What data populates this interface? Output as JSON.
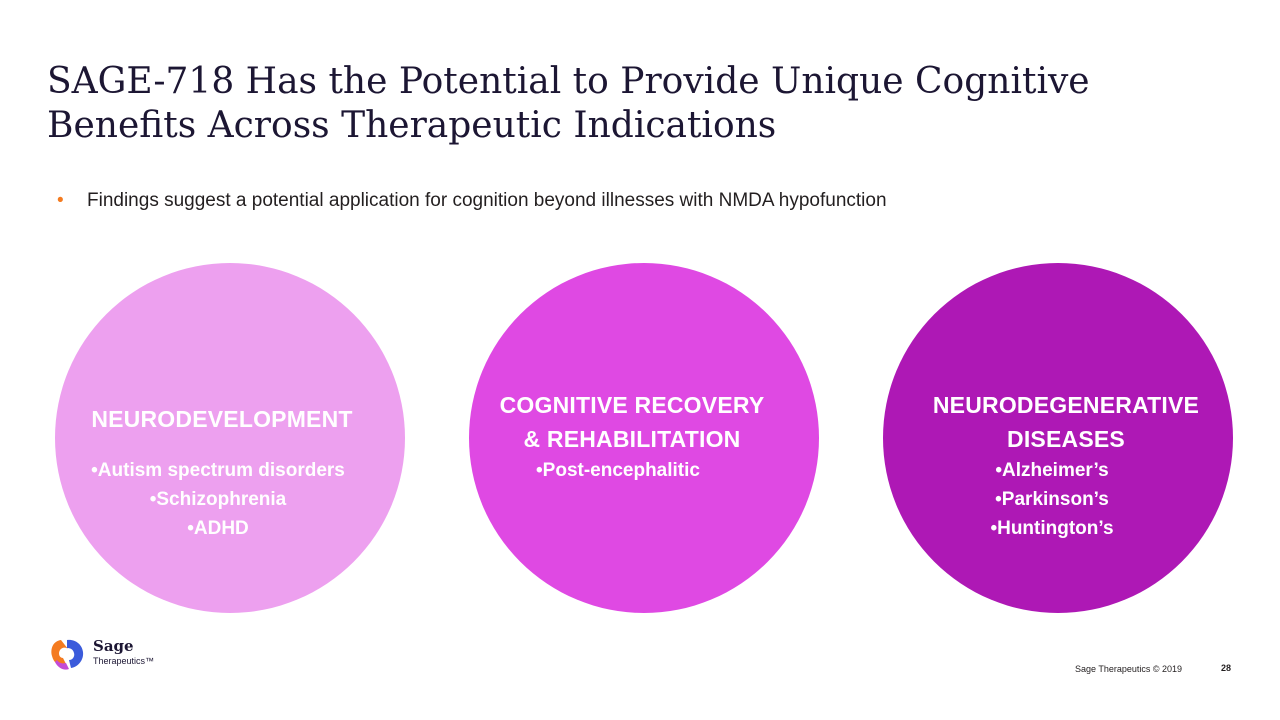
{
  "title": {
    "line1": "SAGE-718 Has the Potential to Provide Unique Cognitive",
    "line2": "Benefits Across Therapeutic Indications"
  },
  "bullet": {
    "marker": "•",
    "text": "Findings suggest a potential application for cognition beyond illnesses with NMDA hypofunction"
  },
  "circles": [
    {
      "color": "#eda0ef",
      "heading": [
        "NEURODEVELOPMENT"
      ],
      "items": [
        "•Autism spectrum disorders",
        "•Schizophrenia",
        "•ADHD"
      ]
    },
    {
      "color": "#df49e3",
      "heading": [
        "COGNITIVE RECOVERY",
        "& REHABILITATION"
      ],
      "items": [
        "•Post-encephalitic"
      ]
    },
    {
      "color": "#ae18b5",
      "heading": [
        "NEURODEGENERATIVE",
        "DISEASES"
      ],
      "items": [
        "•Alzheimer’s",
        "•Parkinson’s",
        "•Huntington’s"
      ]
    }
  ],
  "logo": {
    "name": "Sage",
    "sub": "Therapeutics™",
    "icon": "sage-logo-icon"
  },
  "footer": {
    "copyright": "Sage Therapeutics © 2019",
    "page": "28"
  },
  "colors": {
    "bullet_accent": "#f47b20",
    "title": "#1c1633"
  }
}
